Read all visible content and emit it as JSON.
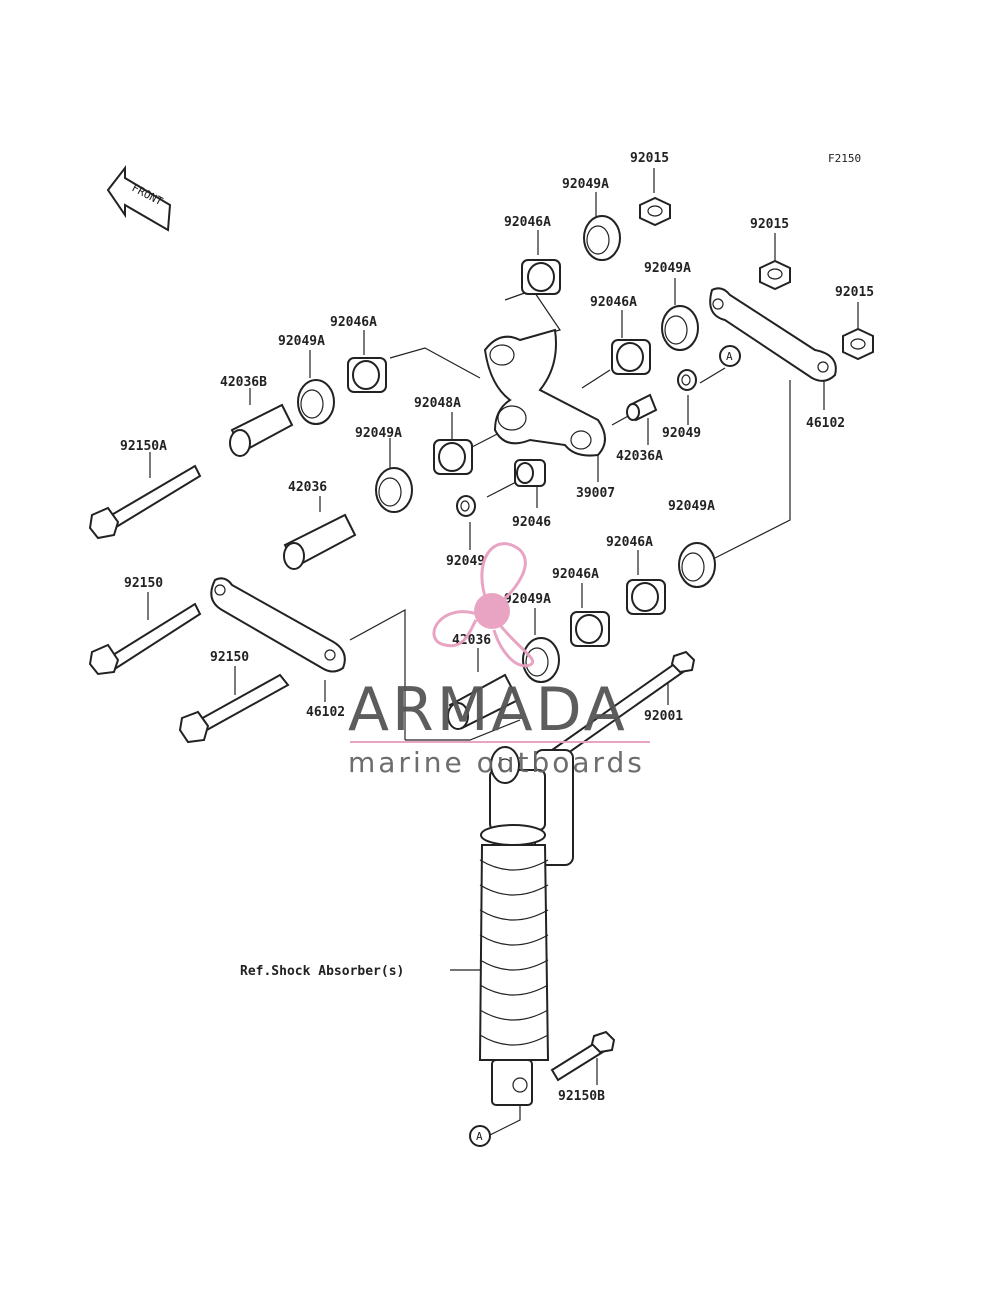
{
  "figure_code": "F2150",
  "front_label": "FRONT",
  "ref_label": "Ref.Shock Absorber(s)",
  "ref_marker": "A",
  "watermark": {
    "brand": "ARMADA",
    "tagline": "marine outboards",
    "accent_color": "#e8a0c0"
  },
  "parts": [
    "92015",
    "92049A",
    "92046A",
    "92015",
    "92049A",
    "92015",
    "92046A",
    "92049A",
    "92046A",
    "42036B",
    "92048A",
    "92049A",
    "92049",
    "42036A",
    "46102",
    "92150A",
    "39007",
    "42036",
    "92046",
    "92049A",
    "92049",
    "92046A",
    "92150",
    "92046A",
    "92049A",
    "42036",
    "92150",
    "46102",
    "92001",
    "92150B"
  ]
}
